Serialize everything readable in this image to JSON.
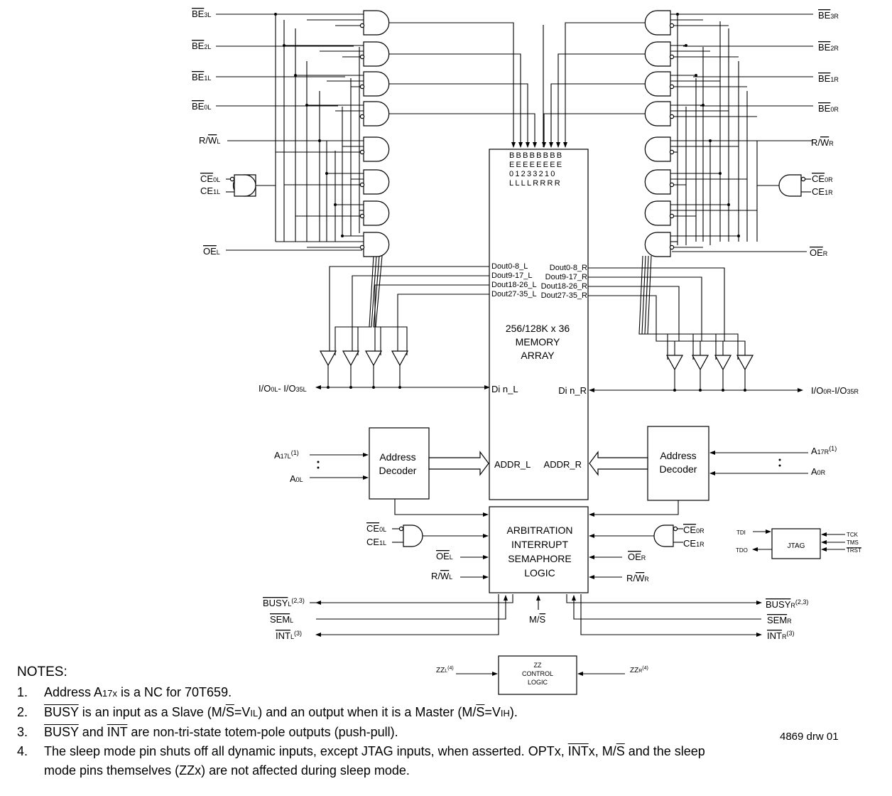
{
  "left_side": {
    "be": [
      {
        "label": "BE",
        "sub": "3L"
      },
      {
        "label": "BE",
        "sub": "2L"
      },
      {
        "label": "BE",
        "sub": "1L"
      },
      {
        "label": "BE",
        "sub": "0L"
      }
    ],
    "rw": {
      "pre": "R/",
      "bar": "W",
      "sub": "L"
    },
    "ce0": {
      "label": "CE",
      "sub": "0L"
    },
    "ce1": {
      "label": "CE",
      "sub": "1L"
    },
    "oe": {
      "label": "OE",
      "sub": "L"
    },
    "io": {
      "label": "I/O",
      "sub0": "0L",
      "mid": "- I/O",
      "sub1": "35L"
    },
    "a17": {
      "label": "A",
      "sub": "17L",
      "sup": "(1)"
    },
    "a0": {
      "label": "A",
      "sub": "0L"
    },
    "decoder": [
      "Address",
      "Decoder"
    ]
  },
  "right_side": {
    "be": [
      {
        "label": "BE",
        "sub": "3R"
      },
      {
        "label": "BE",
        "sub": "2R"
      },
      {
        "label": "BE",
        "sub": "1R"
      },
      {
        "label": "BE",
        "sub": "0R"
      }
    ],
    "rw": {
      "pre": "R/",
      "bar": "W",
      "sub": "R"
    },
    "ce0": {
      "label": "CE",
      "sub": "0R"
    },
    "ce1": {
      "label": "CE",
      "sub": "1R"
    },
    "oe": {
      "label": "OE",
      "sub": "R"
    },
    "io": {
      "label": "I/O",
      "sub0": "0R",
      "mid": "-I/O",
      "sub1": "35R"
    },
    "a17": {
      "label": "A",
      "sub": "17R",
      "sup": "(1)"
    },
    "a0": {
      "label": "A",
      "sub": "0R"
    },
    "decoder": [
      "Address",
      "Decoder"
    ]
  },
  "memory": {
    "be_columns": [
      "B",
      "B",
      "B",
      "B",
      "B",
      "B",
      "B",
      "B"
    ],
    "be_rows": [
      "EEEEEEEE",
      "01233210",
      "LLLLRRRR"
    ],
    "dout_left": [
      "Dout0-8_L",
      "Dout9-17_L",
      "Dout18-26_L",
      "Dout27-35_L"
    ],
    "dout_right": [
      "Dout0-8_R",
      "Dout9-17_R",
      "Dout18-26_R",
      "Dout27-35_R"
    ],
    "title": [
      "256/128K x 36",
      "MEMORY",
      "ARRAY"
    ],
    "din_left": "Di n_L",
    "din_right": "Di n_R",
    "addr_left": "ADDR_L",
    "addr_right": "ADDR_R"
  },
  "arbitration": {
    "lines": [
      "ARBITRATION",
      "INTERRUPT",
      "SEMAPHORE",
      "LOGIC"
    ],
    "ce0_left": {
      "label": "CE",
      "sub": "0L"
    },
    "ce1_left": {
      "label": "CE",
      "sub": "1L"
    },
    "oe_left": {
      "label": "OE",
      "sub": "L"
    },
    "rw_left": {
      "pre": "R/",
      "bar": "W",
      "sub": "L"
    },
    "ce0_right": {
      "label": "CE",
      "sub": "0R"
    },
    "ce1_right": {
      "label": "CE",
      "sub": "1R"
    },
    "oe_right": {
      "label": "OE",
      "sub": "R"
    },
    "rw_right": {
      "pre": "R/",
      "bar": "W",
      "sub": "R"
    },
    "busy_left": {
      "label": "BUSY",
      "sub": "L",
      "sup": "(2,3)"
    },
    "sem_left": {
      "label": "SEM",
      "sub": "L"
    },
    "int_left": {
      "label": "INT",
      "sub": "L",
      "sup": "(3)"
    },
    "busy_right": {
      "label": "BUSY",
      "sub": "R",
      "sup": "(2,3)"
    },
    "sem_right": {
      "label": "SEM",
      "sub": "R"
    },
    "int_right": {
      "label": "INT",
      "sub": "R",
      "sup": "(3)"
    },
    "ms": {
      "pre": "M/",
      "bar": "S"
    }
  },
  "jtag": {
    "label": "JTAG",
    "tdi": "TDI",
    "tdo": "TDO",
    "tck": "TCK",
    "tms": "TMS",
    "trst": "TRST"
  },
  "zz": {
    "lines": [
      "ZZ",
      "CONTROL",
      "LOGIC"
    ],
    "left": {
      "label": "ZZ",
      "sub": "L",
      "sup": "(4)"
    },
    "right": {
      "label": "ZZ",
      "sub": "R",
      "sup": "(4)"
    }
  },
  "notes": {
    "title": "NOTES:",
    "n1": {
      "num": "1.",
      "a": "Address A",
      "sub": "17x",
      "b": " is a NC for 70T659."
    },
    "n2": {
      "num": "2.",
      "busy": "BUSY",
      "a": " is an input as a Slave (M/",
      "s": "S",
      "b": "=V",
      "il": "IL",
      "c": ") and an output when it is a Master (M/",
      "s2": "S",
      "d": "=V",
      "ih": "IH",
      "e": ")."
    },
    "n3": {
      "num": "3.",
      "busy": "BUSY",
      "and": " and ",
      "int": "INT",
      "rest": " are non-tri-state totem-pole outputs (push-pull)."
    },
    "n4": {
      "num": "4.",
      "a": "The sleep mode pin shuts off all dynamic inputs, except JTAG inputs, when asserted. OPTx, ",
      "int": "INT",
      "b": "x, M/",
      "s": "S",
      "c": " and the sleep",
      "line2": "mode pins themselves (ZZx) are not affected during sleep mode."
    }
  },
  "drawing_id": "4869 drw 01"
}
